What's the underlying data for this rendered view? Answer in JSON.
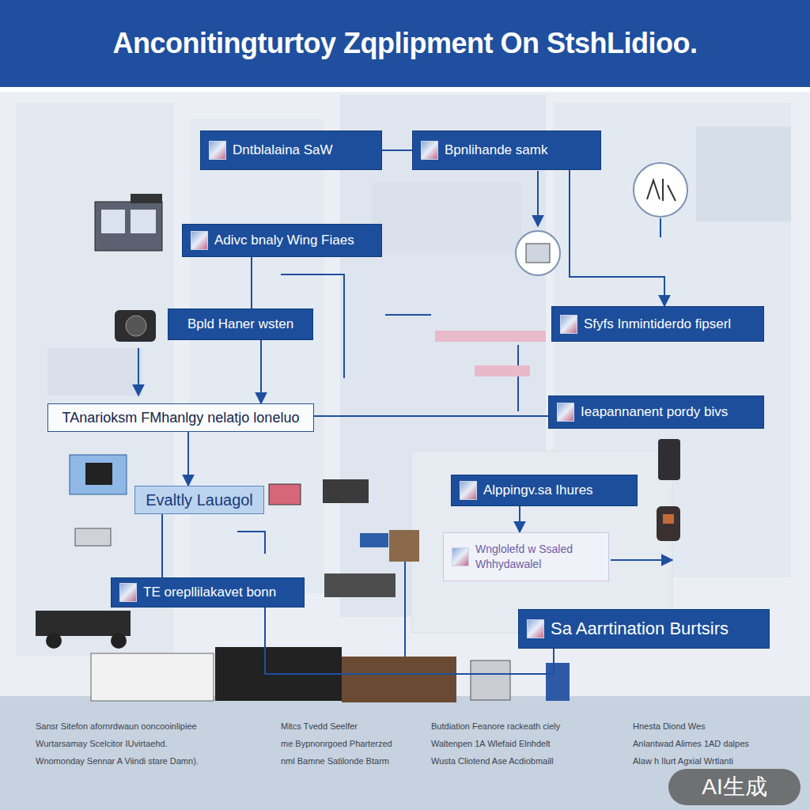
{
  "diagram": {
    "title": "Anconitingturtoy Zqplipment On StshLidioo.",
    "nodes": [
      {
        "text": [
          "Dntblalaina SaW"
        ]
      },
      {
        "text": [
          "Bpnlihande samk"
        ]
      },
      {
        "text": [
          "Adivc bnaly Wing Fiaes"
        ]
      },
      {
        "text": [
          "Bpld Haner wsten"
        ]
      },
      {
        "text": [
          "Sfyfs Inmintiderdo fipserl"
        ]
      },
      {
        "text": [
          "TAnarioksm FMhanlgy nelatjo loneluo"
        ]
      },
      {
        "text": [
          "Ieapannanent pordy bivs"
        ]
      },
      {
        "text": [
          "Evaltly Lauagol"
        ]
      },
      {
        "text": [
          "Alppingv.sa Ihures"
        ]
      },
      {
        "text": [
          "Wnglolefd w Ssaled Whhydawalel"
        ]
      },
      {
        "text": [
          "TE orepllilakavet bonn"
        ]
      },
      {
        "text": [
          "Sa Aarrtination Burtsirs"
        ]
      }
    ],
    "edges": [
      {
        "from": 0,
        "to": 1,
        "arrow": "none"
      },
      {
        "from": 1,
        "to": 4,
        "arrow": "to"
      },
      {
        "from": 2,
        "to": 3,
        "arrow": "none"
      },
      {
        "from": 3,
        "to": 5,
        "arrow": "to"
      },
      {
        "from": 5,
        "to": 7,
        "arrow": "to"
      },
      {
        "from": 5,
        "to": 6,
        "arrow": "none"
      },
      {
        "from": 7,
        "to": 10,
        "arrow": "none"
      },
      {
        "from": 8,
        "to": 9,
        "arrow": "to"
      },
      {
        "from": 10,
        "to": 11,
        "arrow": "none"
      }
    ],
    "labels": [
      "Sansr Sitefon afornrdwaun ooncooinlipiee",
      "Wurtarsamay Scelcitor IUvirtaehd.",
      "Wnomonday Sennar A Viindi stare Damn).",
      "Mitcs Tvedd Seelfer",
      "me Bypnonrgoed Pharterzed",
      "nml Bamne Satilonde Btarm",
      "Butdiation Feanore rackeath ciely",
      "Waltenpen 1A Wlefaid Elnhdelt",
      "Wusta Cliotend Ase Acdiobmaill",
      "Hnesta Diond Wes",
      "Anlantwad Alimes 1AD dalpes",
      "Alaw h Ilurt Agxial Wrtlanti",
      "AI生成"
    ]
  }
}
